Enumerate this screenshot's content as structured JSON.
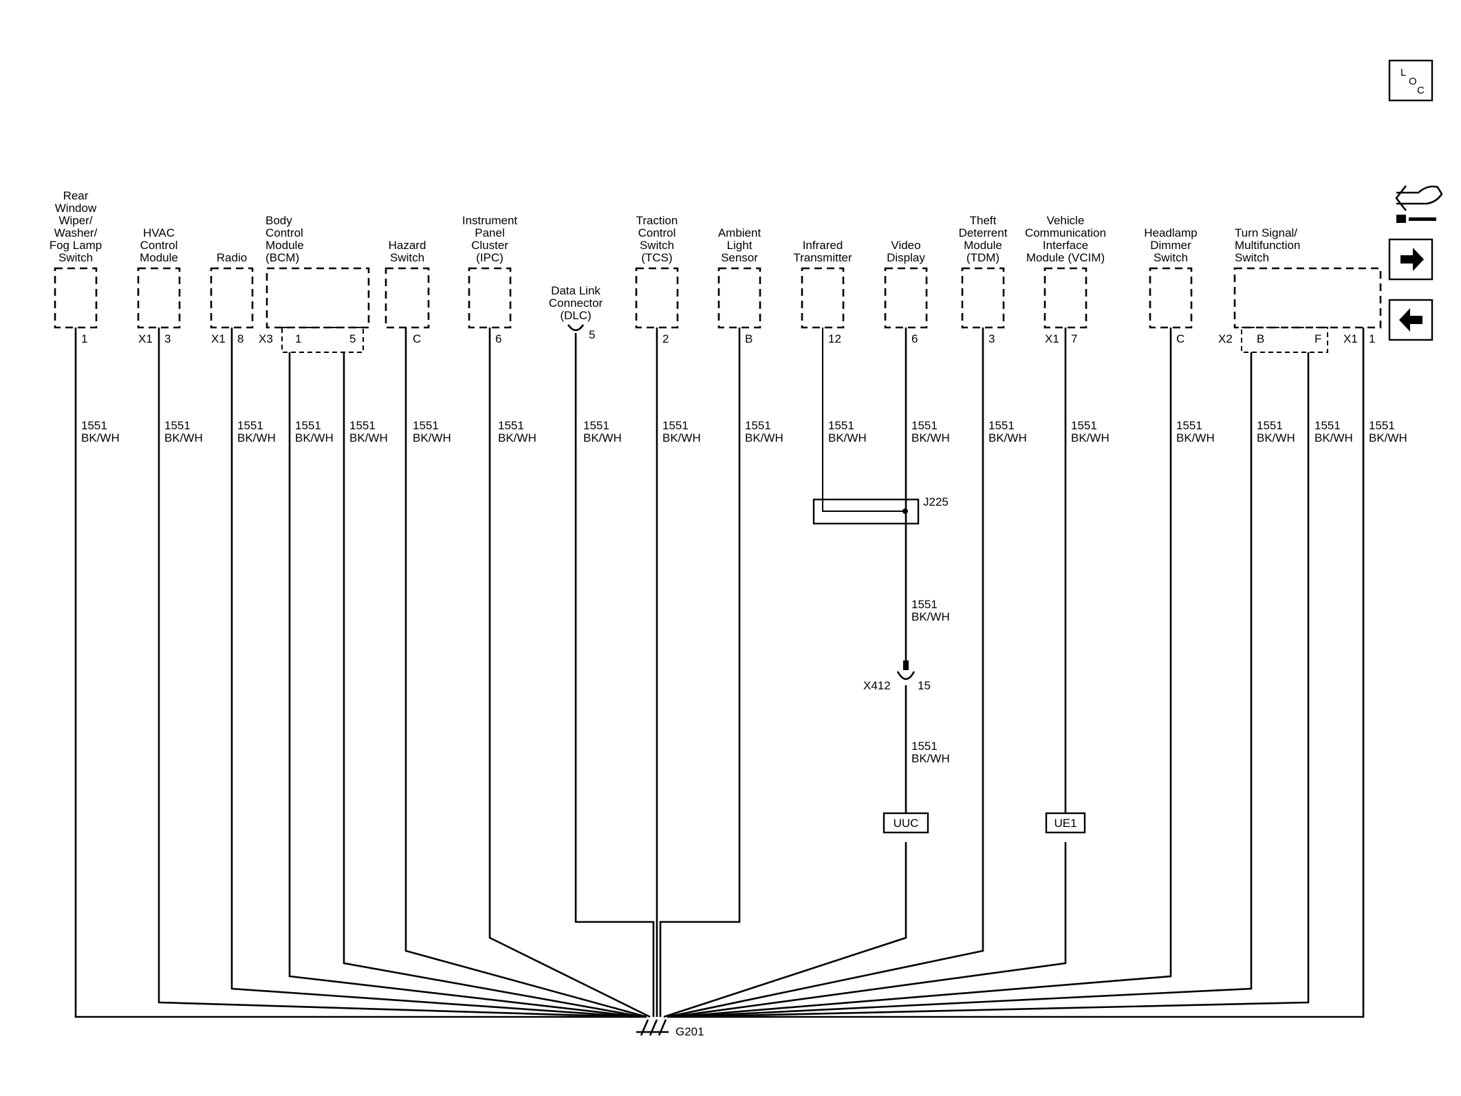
{
  "components": [
    {
      "id": "rear-wiper",
      "label": [
        "Rear",
        "Window",
        "Wiper/",
        "Washer/",
        "Fog Lamp",
        "Switch"
      ],
      "pins": [
        "1"
      ],
      "connectors": []
    },
    {
      "id": "hvac",
      "label": [
        "HVAC",
        "Control",
        "Module"
      ],
      "pins": [
        "3"
      ],
      "connectors": [
        "X1"
      ]
    },
    {
      "id": "radio",
      "label": [
        "Radio"
      ],
      "pins": [
        "8"
      ],
      "connectors": [
        "X1"
      ]
    },
    {
      "id": "bcm",
      "label": [
        "Body",
        "Control",
        "Module",
        "(BCM)"
      ],
      "pins": [
        "1",
        "5"
      ],
      "connectors": [
        "X3"
      ]
    },
    {
      "id": "hazard",
      "label": [
        "Hazard",
        "Switch"
      ],
      "pins": [
        "C"
      ],
      "connectors": []
    },
    {
      "id": "ipc",
      "label": [
        "Instrument",
        "Panel",
        "Cluster",
        "(IPC)"
      ],
      "pins": [
        "6"
      ],
      "connectors": []
    },
    {
      "id": "dlc",
      "label": [
        "Data Link",
        "Connector",
        "(DLC)"
      ],
      "pins": [
        "5"
      ],
      "connectors": []
    },
    {
      "id": "tcs",
      "label": [
        "Traction",
        "Control",
        "Switch",
        "(TCS)"
      ],
      "pins": [
        "2"
      ],
      "connectors": []
    },
    {
      "id": "ambient",
      "label": [
        "Ambient",
        "Light",
        "Sensor"
      ],
      "pins": [
        "B"
      ],
      "connectors": []
    },
    {
      "id": "infrared",
      "label": [
        "Infrared",
        "Transmitter"
      ],
      "pins": [
        "12"
      ],
      "connectors": []
    },
    {
      "id": "video",
      "label": [
        "Video",
        "Display"
      ],
      "pins": [
        "6"
      ],
      "connectors": []
    },
    {
      "id": "tdm",
      "label": [
        "Theft",
        "Deterrent",
        "Module",
        "(TDM)"
      ],
      "pins": [
        "3"
      ],
      "connectors": []
    },
    {
      "id": "vcim",
      "label": [
        "Vehicle",
        "Communication",
        "Interface",
        "Module (VCIM)"
      ],
      "pins": [
        "7"
      ],
      "connectors": [
        "X1"
      ]
    },
    {
      "id": "headlamp",
      "label": [
        "Headlamp",
        "Dimmer",
        "Switch"
      ],
      "pins": [
        "C"
      ],
      "connectors": []
    },
    {
      "id": "turn",
      "label": [
        "Turn Signal/",
        "Multifunction",
        "Switch"
      ],
      "pins": [
        "B",
        "F",
        "1"
      ],
      "connectors": [
        "X2",
        "X1"
      ]
    }
  ],
  "wire": {
    "circuit": "1551",
    "color": "BK/WH"
  },
  "splice": "J225",
  "inline_connector": {
    "name": "X412",
    "pin": "15"
  },
  "options": [
    "UUC",
    "UE1"
  ],
  "ground": "G201",
  "nav": {
    "loc_letters": [
      "L",
      "O",
      "C"
    ],
    "icons": [
      "component-locator-icon",
      "wrench-connector-icon",
      "arrow-right-icon",
      "arrow-left-icon"
    ]
  }
}
